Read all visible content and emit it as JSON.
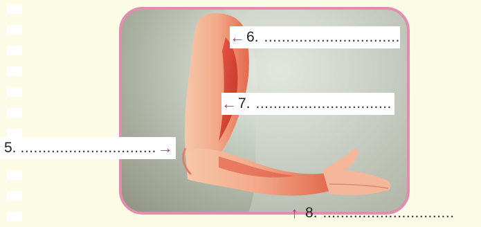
{
  "labels": [
    {
      "number": "5.",
      "arrow": "→",
      "blank": "..............................."
    },
    {
      "number": "6.",
      "arrow": "←",
      "blank": "..............................."
    },
    {
      "number": "7.",
      "arrow": "←",
      "blank": "..............................."
    },
    {
      "number": "8.",
      "arrow": "↑",
      "blank": ".............................."
    }
  ],
  "colors": {
    "accent": "#c2307f",
    "frame": "#e58ab0",
    "background": "#fbfbe6"
  }
}
